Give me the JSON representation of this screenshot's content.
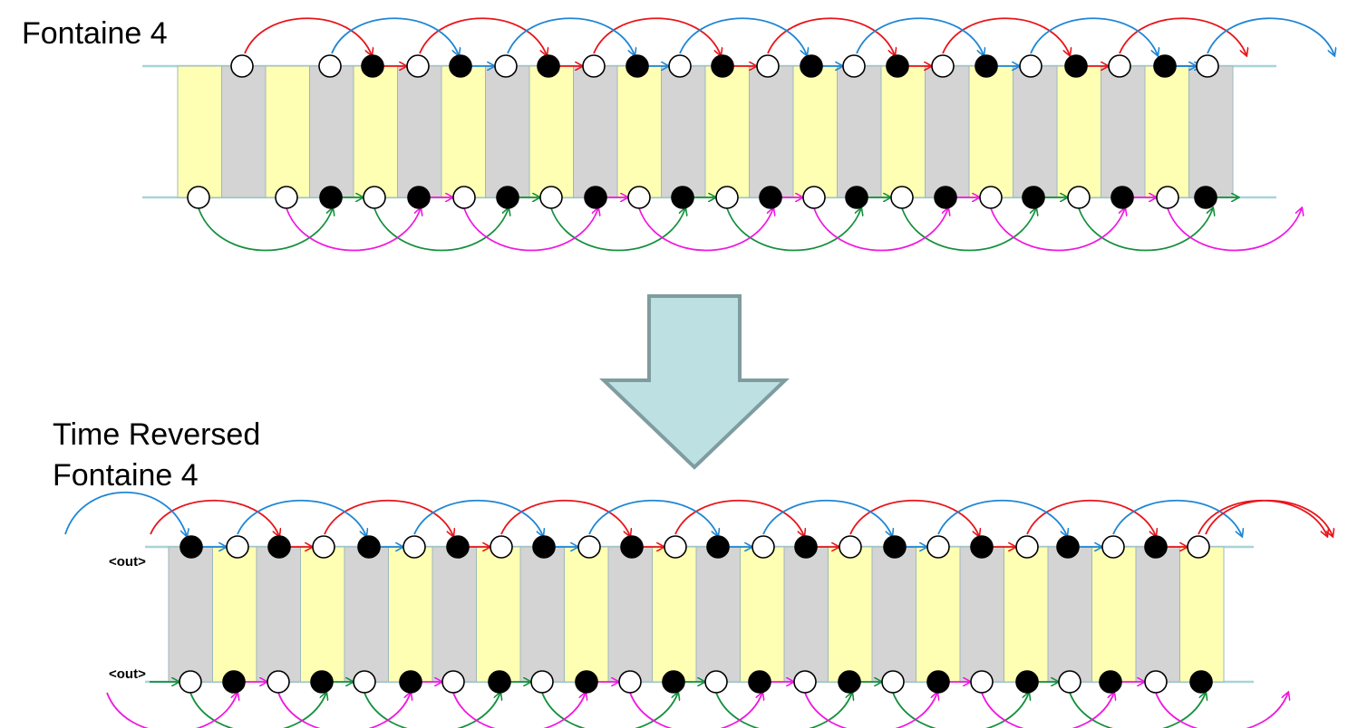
{
  "titles": {
    "top": "Fontaine 4",
    "bottom_line1": "Time Reversed",
    "bottom_line2": "Fontaine 4"
  },
  "labels": {
    "out_top": "<out>",
    "out_bottom": "<out>"
  },
  "colors": {
    "rail": "#a8d4d8",
    "cell_yellow": "#ffffb3",
    "cell_gray": "#d4d4d4",
    "cell_border": "#9fb7bb",
    "arrow_red": "#e8151b",
    "arrow_blue": "#1f86d4",
    "arrow_green": "#14903c",
    "arrow_magenta": "#f018e0",
    "big_arrow_fill": "#bde0e2",
    "big_arrow_stroke": "#7f9c9f"
  },
  "icons": {
    "transform": "down-arrow-icon",
    "token_empty": "open-circle",
    "token_full": "filled-circle"
  },
  "diagrams": [
    {
      "name": "fontaine-4",
      "cell_pattern": [
        "yellow",
        "gray"
      ],
      "cell_count": 24
    },
    {
      "name": "time-reversed-fontaine-4",
      "cell_pattern": [
        "gray",
        "yellow"
      ],
      "cell_count": 24
    }
  ]
}
